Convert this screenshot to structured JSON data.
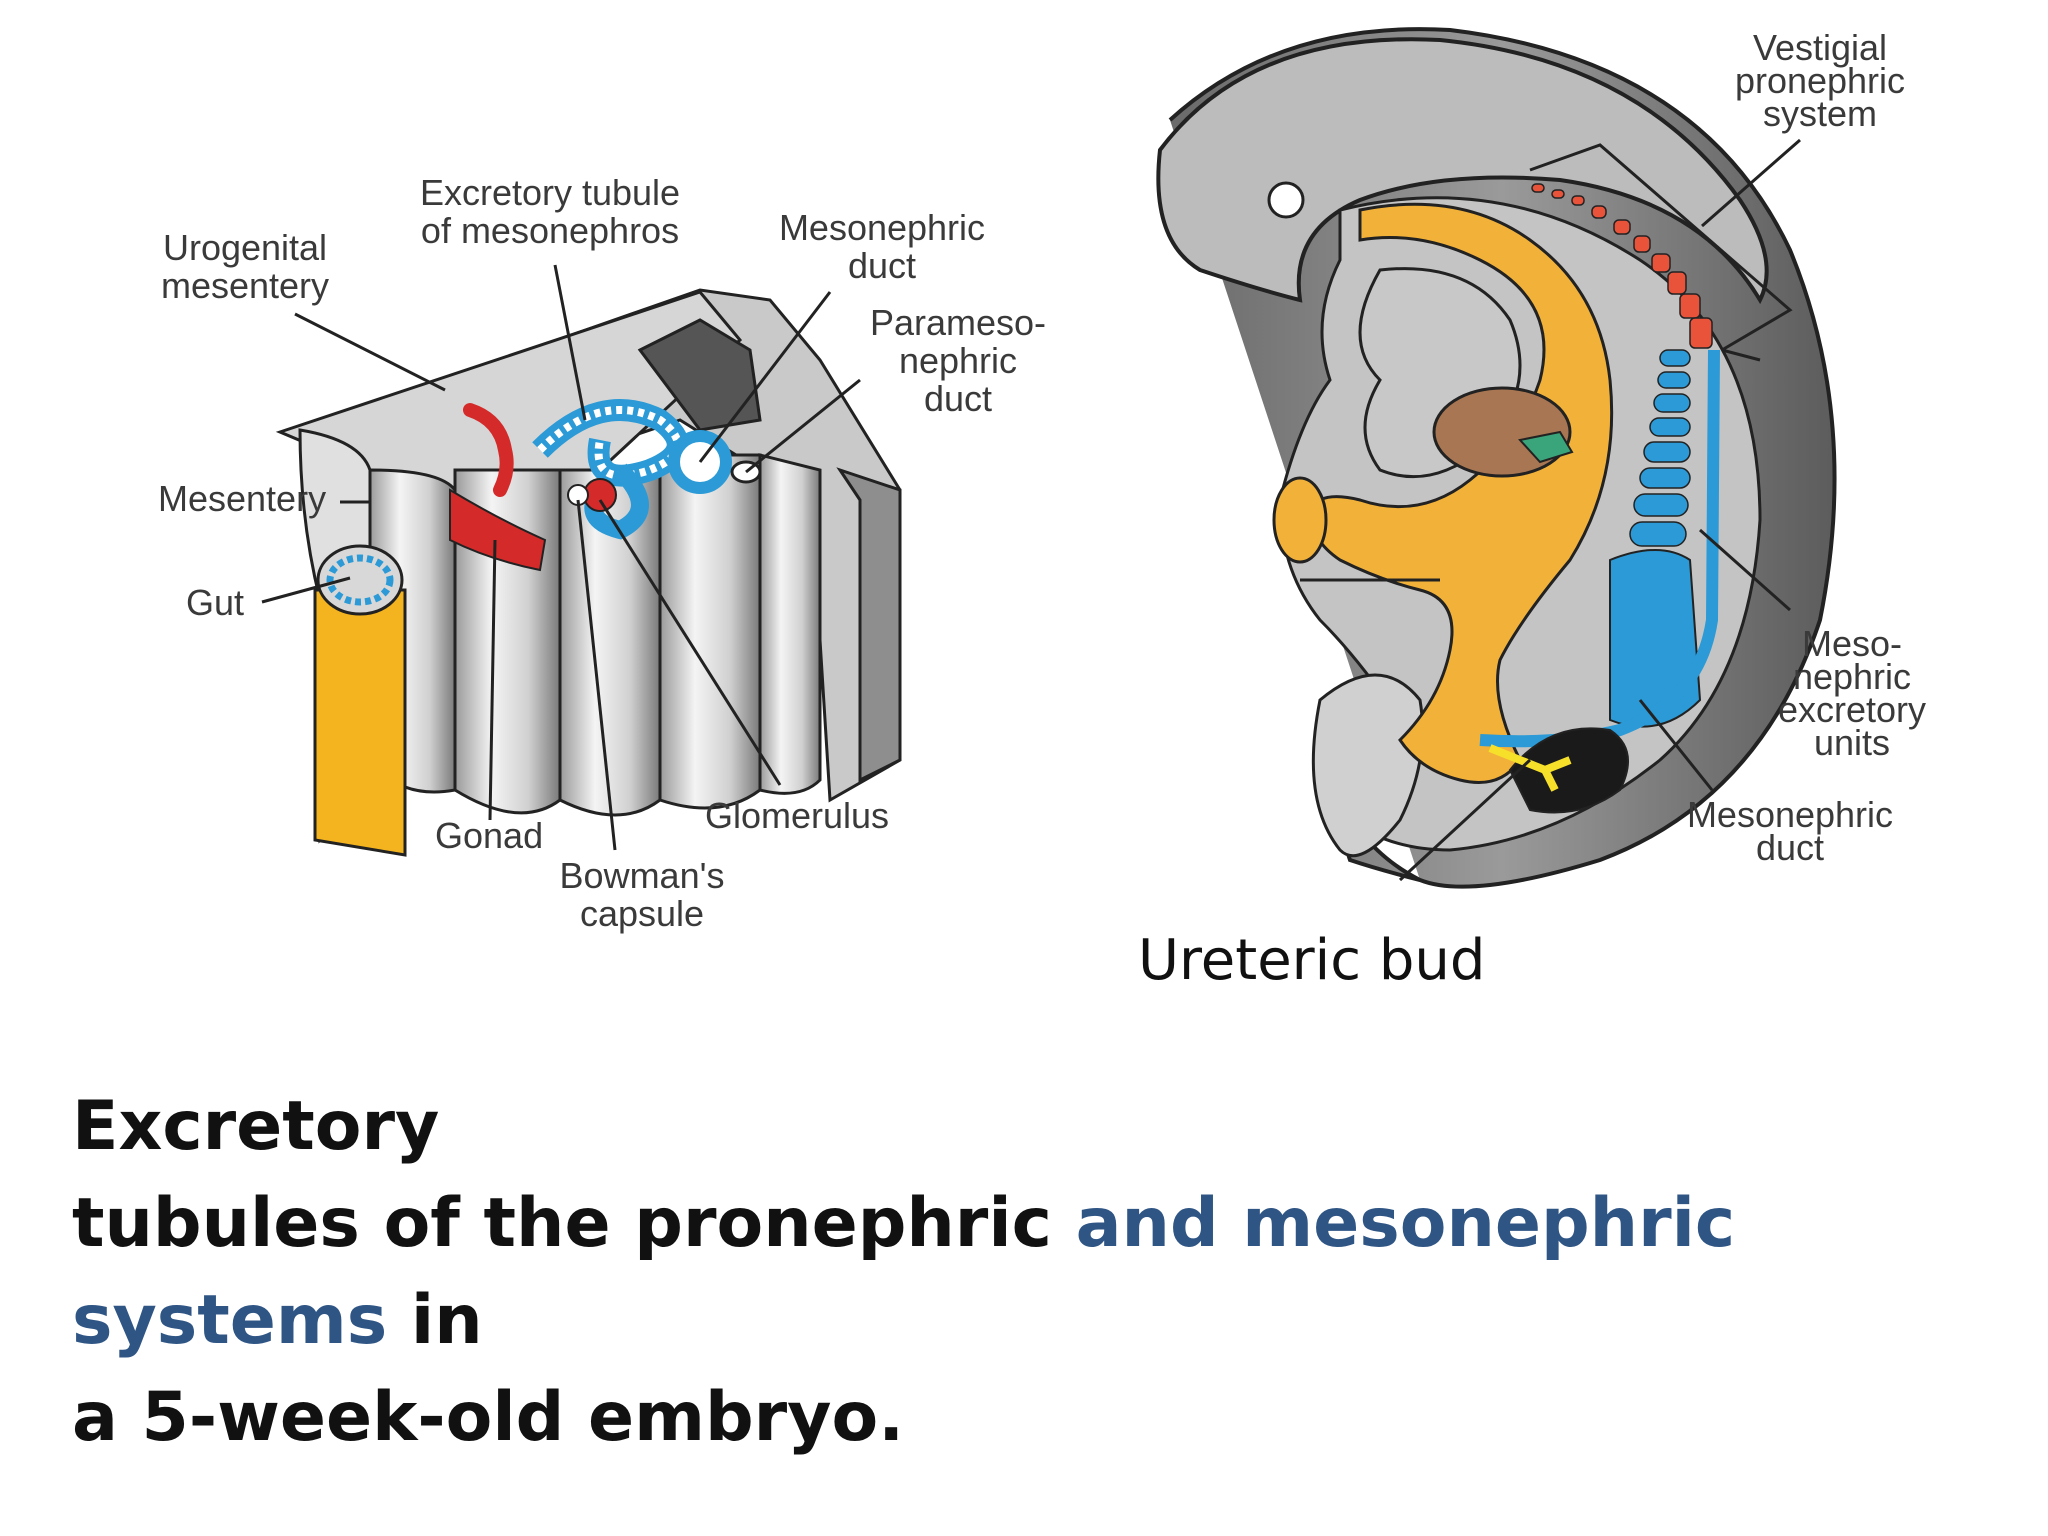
{
  "left_diagram": {
    "labels": {
      "excretory_tubule_1": "Excretory tubule",
      "excretory_tubule_2": "of mesonephros",
      "urogenital_1": "Urogenital",
      "urogenital_2": "mesentery",
      "mesonephric_duct_1": "Mesonephric",
      "mesonephric_duct_2": "duct",
      "paramesonephric_1": "Parameso-",
      "paramesonephric_2": "nephric",
      "paramesonephric_3": "duct",
      "mesentery": "Mesentery",
      "gut": "Gut",
      "gonad": "Gonad",
      "glomerulus": "Glomerulus",
      "bowmans_1": "Bowman's",
      "bowmans_2": "capsule"
    }
  },
  "right_diagram": {
    "labels": {
      "vestigial_1": "Vestigial",
      "vestigial_2": "pronephric",
      "vestigial_3": "system",
      "excretory_units_1": "Meso-",
      "excretory_units_2": "nephric",
      "excretory_units_3": "excretory",
      "excretory_units_4": "units",
      "mesonephric_duct_1": "Mesonephric",
      "mesonephric_duct_2": "duct"
    }
  },
  "ureteric_bud": "Ureteric bud",
  "caption": {
    "line1": "Excretory",
    "line2_start": "tubules of the pronephric ",
    "line2_highlight": "and mesonephric systems",
    "line2_end": " in",
    "line3": "a 5-week-old embryo."
  },
  "colors": {
    "gut_yellow": "#f4b41f",
    "gonad_red": "#d42a2a",
    "tubule_blue": "#2b9ad6",
    "pronephric_red": "#e8533a",
    "body_gray": "#8c8c8c",
    "highlight_blue": "#2f5585"
  }
}
